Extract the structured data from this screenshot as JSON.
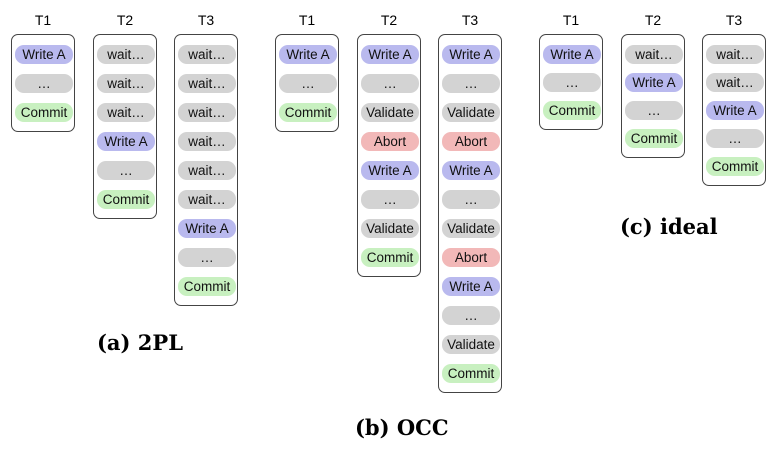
{
  "panels": [
    {
      "caption": "(a) 2PL",
      "columns": [
        {
          "header": "T1",
          "steps": [
            {
              "label": "Write A",
              "kind": "write"
            },
            {
              "label": "…",
              "kind": "dots"
            },
            {
              "label": "Commit",
              "kind": "commit"
            }
          ]
        },
        {
          "header": "T2",
          "steps": [
            {
              "label": "wait…",
              "kind": "wait"
            },
            {
              "label": "wait…",
              "kind": "wait"
            },
            {
              "label": "wait…",
              "kind": "wait"
            },
            {
              "label": "Write A",
              "kind": "write"
            },
            {
              "label": "…",
              "kind": "dots"
            },
            {
              "label": "Commit",
              "kind": "commit"
            }
          ]
        },
        {
          "header": "T3",
          "steps": [
            {
              "label": "wait…",
              "kind": "wait"
            },
            {
              "label": "wait…",
              "kind": "wait"
            },
            {
              "label": "wait…",
              "kind": "wait"
            },
            {
              "label": "wait…",
              "kind": "wait"
            },
            {
              "label": "wait…",
              "kind": "wait"
            },
            {
              "label": "wait…",
              "kind": "wait"
            },
            {
              "label": "Write A",
              "kind": "write"
            },
            {
              "label": "…",
              "kind": "dots"
            },
            {
              "label": "Commit",
              "kind": "commit"
            }
          ]
        }
      ]
    },
    {
      "caption": "(b) OCC",
      "columns": [
        {
          "header": "T1",
          "steps": [
            {
              "label": "Write A",
              "kind": "write"
            },
            {
              "label": "…",
              "kind": "dots"
            },
            {
              "label": "Commit",
              "kind": "commit"
            }
          ]
        },
        {
          "header": "T2",
          "steps": [
            {
              "label": "Write A",
              "kind": "write"
            },
            {
              "label": "…",
              "kind": "dots"
            },
            {
              "label": "Validate",
              "kind": "validate"
            },
            {
              "label": "Abort",
              "kind": "abort"
            },
            {
              "label": "Write A",
              "kind": "write"
            },
            {
              "label": "…",
              "kind": "dots"
            },
            {
              "label": "Validate",
              "kind": "validate"
            },
            {
              "label": "Commit",
              "kind": "commit"
            }
          ]
        },
        {
          "header": "T3",
          "steps": [
            {
              "label": "Write A",
              "kind": "write"
            },
            {
              "label": "…",
              "kind": "dots"
            },
            {
              "label": "Validate",
              "kind": "validate"
            },
            {
              "label": "Abort",
              "kind": "abort"
            },
            {
              "label": "Write A",
              "kind": "write"
            },
            {
              "label": "…",
              "kind": "dots"
            },
            {
              "label": "Validate",
              "kind": "validate"
            },
            {
              "label": "Abort",
              "kind": "abort"
            },
            {
              "label": "Write A",
              "kind": "write"
            },
            {
              "label": "…",
              "kind": "dots"
            },
            {
              "label": "Validate",
              "kind": "validate"
            },
            {
              "label": "Commit",
              "kind": "commit"
            }
          ]
        }
      ]
    },
    {
      "caption": "(c) ideal",
      "columns": [
        {
          "header": "T1",
          "steps": [
            {
              "label": "Write A",
              "kind": "write"
            },
            {
              "label": "…",
              "kind": "dots"
            },
            {
              "label": "Commit",
              "kind": "commit"
            }
          ]
        },
        {
          "header": "T2",
          "steps": [
            {
              "label": "wait…",
              "kind": "wait"
            },
            {
              "label": "Write A",
              "kind": "write"
            },
            {
              "label": "…",
              "kind": "dots"
            },
            {
              "label": "Commit",
              "kind": "commit"
            }
          ]
        },
        {
          "header": "T3",
          "steps": [
            {
              "label": "wait…",
              "kind": "wait"
            },
            {
              "label": "wait…",
              "kind": "wait"
            },
            {
              "label": "Write A",
              "kind": "write"
            },
            {
              "label": "…",
              "kind": "dots"
            },
            {
              "label": "Commit",
              "kind": "commit"
            }
          ]
        }
      ]
    }
  ]
}
